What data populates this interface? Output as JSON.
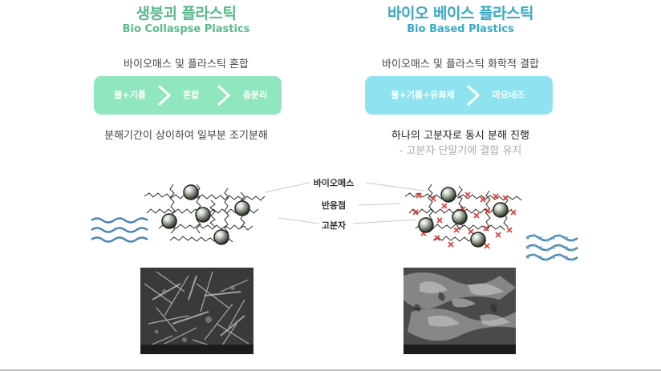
{
  "left": {
    "title": "생붕괴 플라스틱",
    "subtitle": "Bio Collaspse Plastics",
    "heading": "바이오매스 및 플라스틱 혼합",
    "steps": [
      "물+기름",
      "혼합",
      "층분리"
    ],
    "result": "분해기간이 상이하여 일부분 조기분해",
    "colors": {
      "title": "#5cb98a",
      "pill": "#8fe6bf"
    }
  },
  "right": {
    "title": "바이오 베이스 플라스틱",
    "subtitle": "Bio Based Plastics",
    "heading": "바이오매스 및 플라스틱 화학적 결합",
    "steps": [
      "물+기름+유화제",
      "마요네즈"
    ],
    "result": "하나의 고분자로 동시 분해 진행",
    "result_note": "- 고분자 단말기에 결합 유지",
    "colors": {
      "title": "#38a9c4",
      "pill": "#8fe3f0"
    }
  },
  "diagram_labels": {
    "biomass": "바이오메스",
    "reaction_point": "반응점",
    "polymer": "고분자"
  }
}
